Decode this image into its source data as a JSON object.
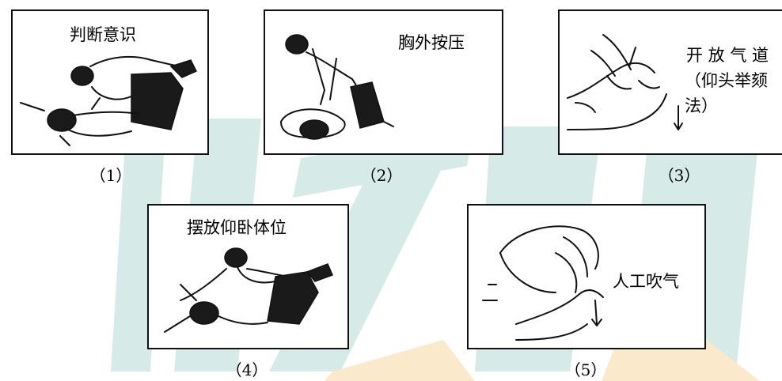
{
  "panels": [
    {
      "id": "p1",
      "label": "判断意识",
      "caption": "（1）"
    },
    {
      "id": "p2",
      "label": "胸外按压",
      "caption": "（2）"
    },
    {
      "id": "p3",
      "label": "开放气道（仰头举颏法）",
      "label_lines": [
        "开 放 气 道",
        "（仰头举颏",
        "法）"
      ],
      "caption": "（3）"
    },
    {
      "id": "p4",
      "label": "摆放仰卧体位",
      "caption": "（4）"
    },
    {
      "id": "p5",
      "label": "人工吹气",
      "caption": "（5）"
    }
  ],
  "colors": {
    "watermark_teal": "#cfe6e2",
    "watermark_orange": "#fbe6c4",
    "ink": "#111111"
  }
}
